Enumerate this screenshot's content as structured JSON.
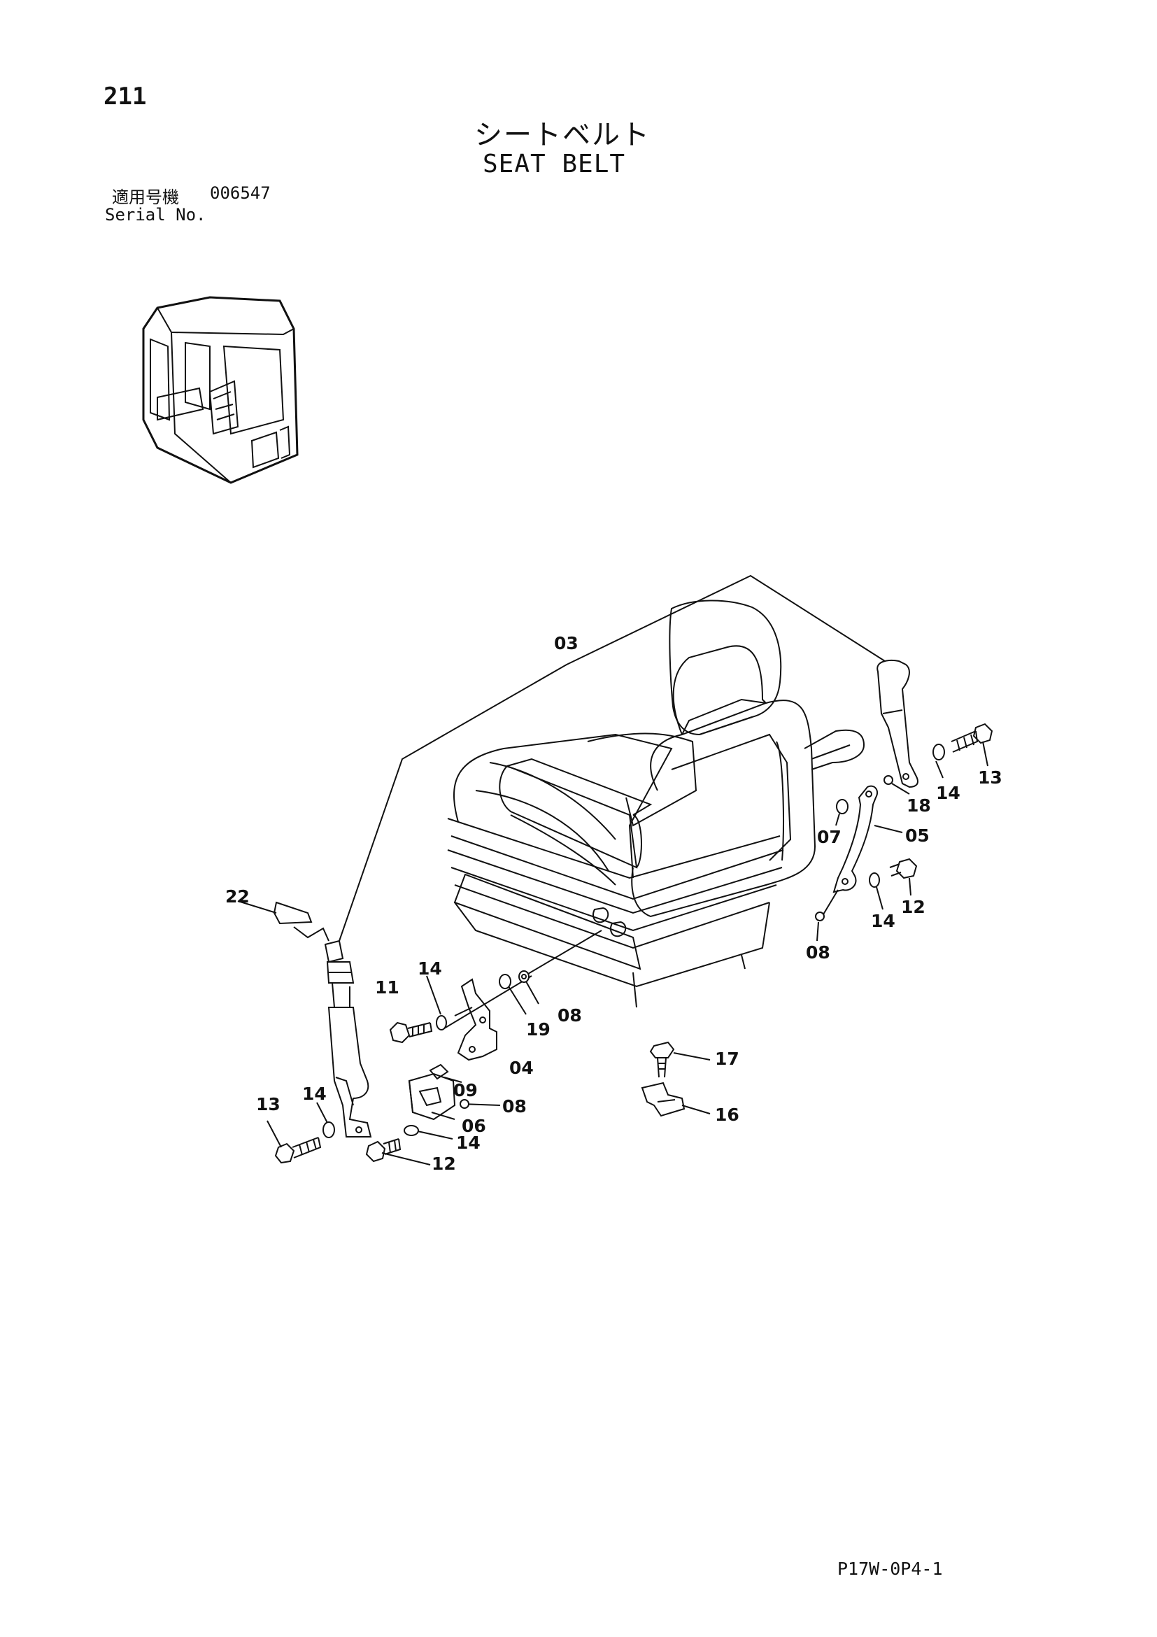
{
  "header": {
    "page_number": "211",
    "title_jp": "シートベルト",
    "title_en": "SEAT BELT",
    "serial_label_jp": "適用号機",
    "serial_value": "006547",
    "serial_label_en": "Serial No."
  },
  "footer": {
    "drawing_code": "P17W-0P4-1"
  },
  "callouts": {
    "c03": "03",
    "c22": "22",
    "c14a": "14",
    "c11": "11",
    "c19": "19",
    "c08a": "08",
    "c04": "04",
    "c09": "09",
    "c08b": "08",
    "c06": "06",
    "c14b": "14",
    "c12a": "12",
    "c13a": "13",
    "c14c": "14",
    "c13b": "13",
    "c14d": "14",
    "c18": "18",
    "c07": "07",
    "c05": "05",
    "c12b": "12",
    "c14e": "14",
    "c08c": "08",
    "c17": "17",
    "c16": "16"
  }
}
